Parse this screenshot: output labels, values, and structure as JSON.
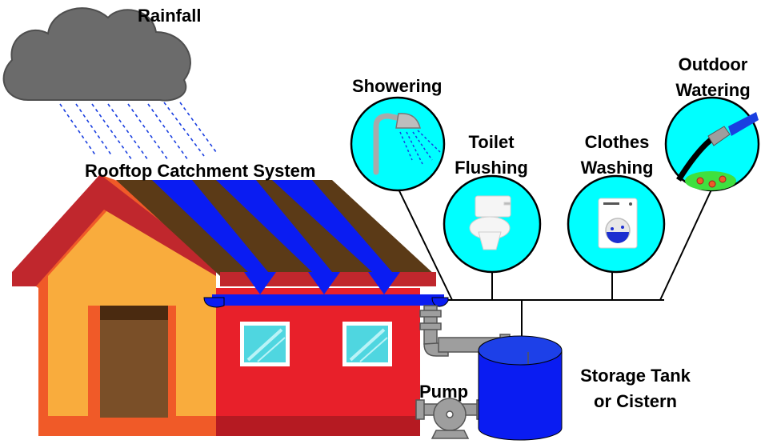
{
  "labels": {
    "rainfall": "Rainfall",
    "rooftop": "Rooftop Catchment System",
    "showering": "Showering",
    "toilet_1": "Toilet",
    "toilet_2": "Flushing",
    "clothes_1": "Clothes",
    "clothes_2": "Washing",
    "outdoor_1": "Outdoor",
    "outdoor_2": "Watering",
    "pump": "Pump",
    "tank_1": "Storage Tank",
    "tank_2": "or Cistern"
  },
  "colors": {
    "roof": "#5b3a17",
    "roof_trim": "#c0272d",
    "house_wall": "#f9ac3d",
    "house_trim": "#f05a28",
    "annex_wall": "#e8202a",
    "door": "#7a4f28",
    "water": "#0a1cf2",
    "circle_fill": "#00ffff",
    "pipe": "#9e9e9e",
    "cloud": "#6b6b6b"
  },
  "icons": [
    "cloud-icon",
    "rain-icon",
    "shower-icon",
    "toilet-icon",
    "washing-machine-icon",
    "garden-hose-icon",
    "pump-icon",
    "tank-icon"
  ]
}
